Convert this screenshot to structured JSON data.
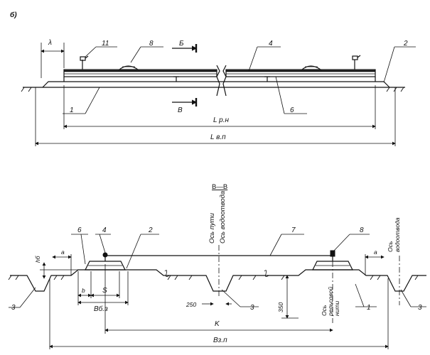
{
  "figure_label": "б)",
  "top_view": {
    "callouts": [
      "11",
      "8",
      "4",
      "2",
      "1",
      "6"
    ],
    "section_arrow_top": "Б",
    "section_arrow_bottom": "В",
    "dim_rail_length": "L р.н",
    "dim_total_length": "L в.п",
    "dim_left": "λ"
  },
  "section": {
    "title": "В—В",
    "callouts": {
      "left_ditch": "3",
      "rail_post_left": "6",
      "pin": "4",
      "bed": "2",
      "cable": "7",
      "right_post": "8",
      "base": "1",
      "right_ditch": "3",
      "mid_ditch": "3"
    },
    "axis_track": "Ось пути",
    "axis_drain_center": "Ось водоотвода",
    "axis_drain_right_1": "Ось",
    "axis_drain_right_2": "водоотвода",
    "axis_rail_1": "Ось",
    "axis_rail_2": "рельсовой",
    "axis_rail_3": "нити",
    "dims": {
      "h": "hб",
      "a_left": "a",
      "a_right": "a",
      "b": "b",
      "S": "S",
      "B_bed": "Bб.з",
      "d250": "250",
      "d350": "350",
      "K": "K",
      "B_total": "Bз.п"
    }
  }
}
